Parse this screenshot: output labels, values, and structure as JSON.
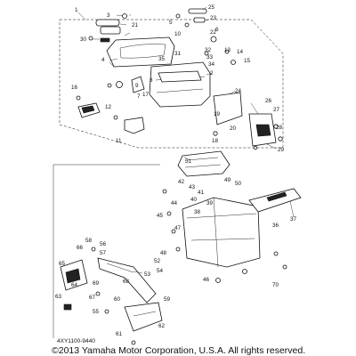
{
  "diagram": {
    "labels": [
      "1",
      "2",
      "3",
      "4",
      "5",
      "6",
      "7",
      "8",
      "9",
      "10",
      "11",
      "12",
      "13",
      "14",
      "15",
      "16",
      "17",
      "18",
      "19",
      "20",
      "21",
      "22",
      "23",
      "24",
      "25",
      "26",
      "27",
      "28",
      "29",
      "30",
      "31",
      "32",
      "33",
      "34",
      "35",
      "36",
      "37",
      "38",
      "39",
      "40",
      "41",
      "42",
      "43",
      "44",
      "45",
      "46",
      "47",
      "48",
      "49",
      "50",
      "51",
      "52",
      "53",
      "54",
      "55",
      "56",
      "57",
      "58",
      "59",
      "60",
      "61",
      "62",
      "63",
      "64",
      "65",
      "66",
      "67",
      "68",
      "69",
      "70"
    ],
    "drawing_code": "4XY1100-9440",
    "copyright": "©2013 Yamaha Motor Corporation, U.S.A. All rights reserved."
  }
}
